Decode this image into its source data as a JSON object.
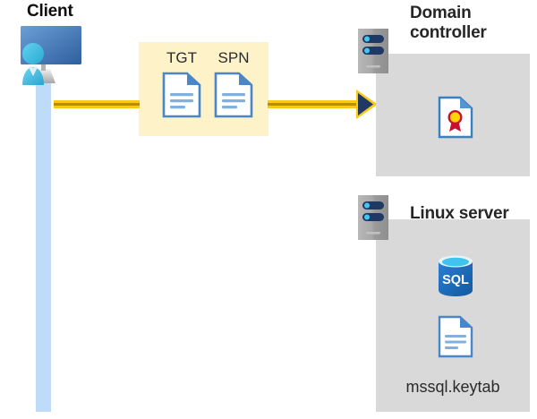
{
  "diagram": {
    "title": "Kerberos authentication flow diagram",
    "background": "#ffffff"
  },
  "client": {
    "label": "Client",
    "icon": "user-monitor-icon",
    "lifeline_color": "#bedbfa"
  },
  "message": {
    "box_color": "#fdf2c8",
    "items": [
      {
        "label": "TGT",
        "icon": "document-icon"
      },
      {
        "label": "SPN",
        "icon": "document-icon"
      }
    ]
  },
  "arrow": {
    "direction": "right",
    "color": "#fcc816",
    "core_color": "#b98d02",
    "head_color": "#1f3864"
  },
  "servers": [
    {
      "id": "domain-controller",
      "title": "Domain controller",
      "title_line1": "Domain",
      "title_line2": "controller",
      "panel_color": "#d9d9d9",
      "chassis_icon": "server-icon",
      "contents": [
        {
          "icon": "certificate-document-icon",
          "label": ""
        }
      ]
    },
    {
      "id": "linux-server",
      "title": "Linux server",
      "panel_color": "#d9d9d9",
      "chassis_icon": "server-icon",
      "contents": [
        {
          "icon": "sql-database-icon",
          "label": "SQL"
        },
        {
          "icon": "document-icon",
          "label": "mssql.keytab"
        }
      ]
    }
  ],
  "labels": {
    "sql_text": "SQL",
    "keytab_filename": "mssql.keytab"
  },
  "colors": {
    "accent_yellow": "#fcc816",
    "panel_gray": "#d9d9d9",
    "doc_blue": "#4a86c8",
    "sql_blue": "#1f6fc4",
    "lifeline_blue": "#bedbfa",
    "text_dark": "#262626"
  }
}
